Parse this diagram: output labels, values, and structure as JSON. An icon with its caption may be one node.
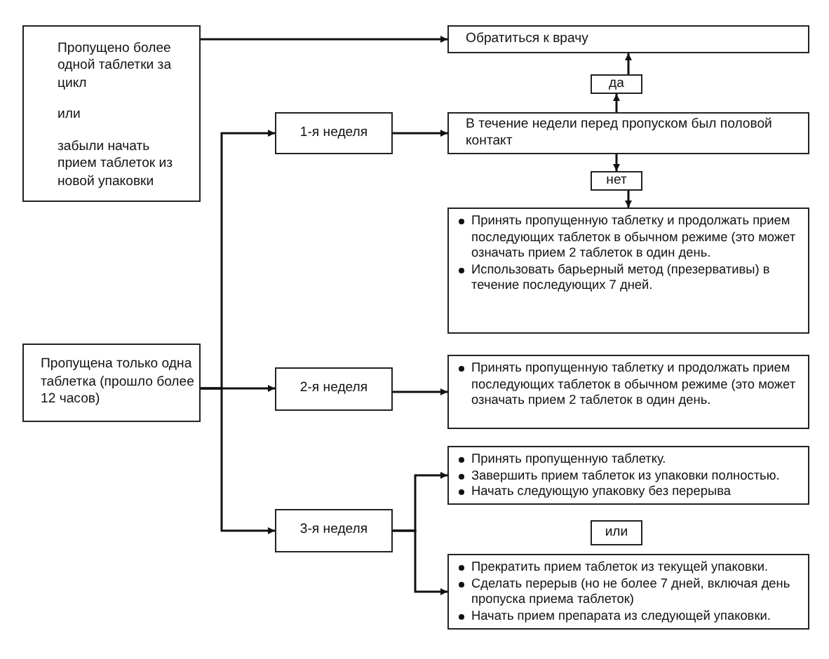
{
  "diagram": {
    "nodes": [
      {
        "text": [
          "Пропущено более одной таблетки за цикл",
          "или",
          "забыли начать прием таблеток из новой упаковки"
        ]
      },
      {
        "text": [
          "Обратиться к врачу"
        ]
      },
      {
        "text": [
          "да"
        ]
      },
      {
        "text": [
          "1-я неделя"
        ]
      },
      {
        "text": [
          "В течение недели перед пропуском был половой контакт"
        ]
      },
      {
        "text": [
          "нет"
        ]
      },
      {
        "text": [
          "Принять пропущенную таблетку и продолжать прием последующих таблеток в обычном режиме (это может означать прием 2 таблеток в один день.",
          "Использовать барьерный метод (презервативы) в течение последующих 7 дней."
        ]
      },
      {
        "text": [
          "Пропущена только одна таблетка (прошло более 12 часов)"
        ]
      },
      {
        "text": [
          "2-я неделя"
        ]
      },
      {
        "text": [
          "Принять пропущенную таблетку и продолжать прием последующих таблеток в обычном режиме (это может означать прием 2 таблеток в один день."
        ]
      },
      {
        "text": [
          "3-я неделя"
        ]
      },
      {
        "text": [
          "Принять пропущенную таблетку.",
          "Завершить прием таблеток из упаковки полностью.",
          "Начать следующую упаковку без перерыва"
        ]
      },
      {
        "text": [
          "или"
        ]
      },
      {
        "text": [
          "Прекратить прием таблеток из текущей упаковки.",
          "Сделать перерыв (но не более 7 дней, включая день пропуска приема таблеток)",
          "Начать прием препарата из следующей упаковки."
        ]
      }
    ],
    "edges": [
      {
        "from": 0,
        "to": 1,
        "arrow": "to"
      },
      {
        "from": 7,
        "to": 3,
        "arrow": "to"
      },
      {
        "from": 7,
        "to": 8,
        "arrow": "to"
      },
      {
        "from": 7,
        "to": 10,
        "arrow": "to"
      },
      {
        "from": 3,
        "to": 4,
        "arrow": "to"
      },
      {
        "from": 4,
        "to": 2,
        "arrow": "to"
      },
      {
        "from": 2,
        "to": 1,
        "arrow": "to"
      },
      {
        "from": 4,
        "to": 5,
        "arrow": "to"
      },
      {
        "from": 5,
        "to": 6,
        "arrow": "to"
      },
      {
        "from": 8,
        "to": 9,
        "arrow": "to"
      },
      {
        "from": 10,
        "to": 11,
        "arrow": "to"
      },
      {
        "from": 10,
        "to": 13,
        "arrow": "to"
      }
    ]
  }
}
